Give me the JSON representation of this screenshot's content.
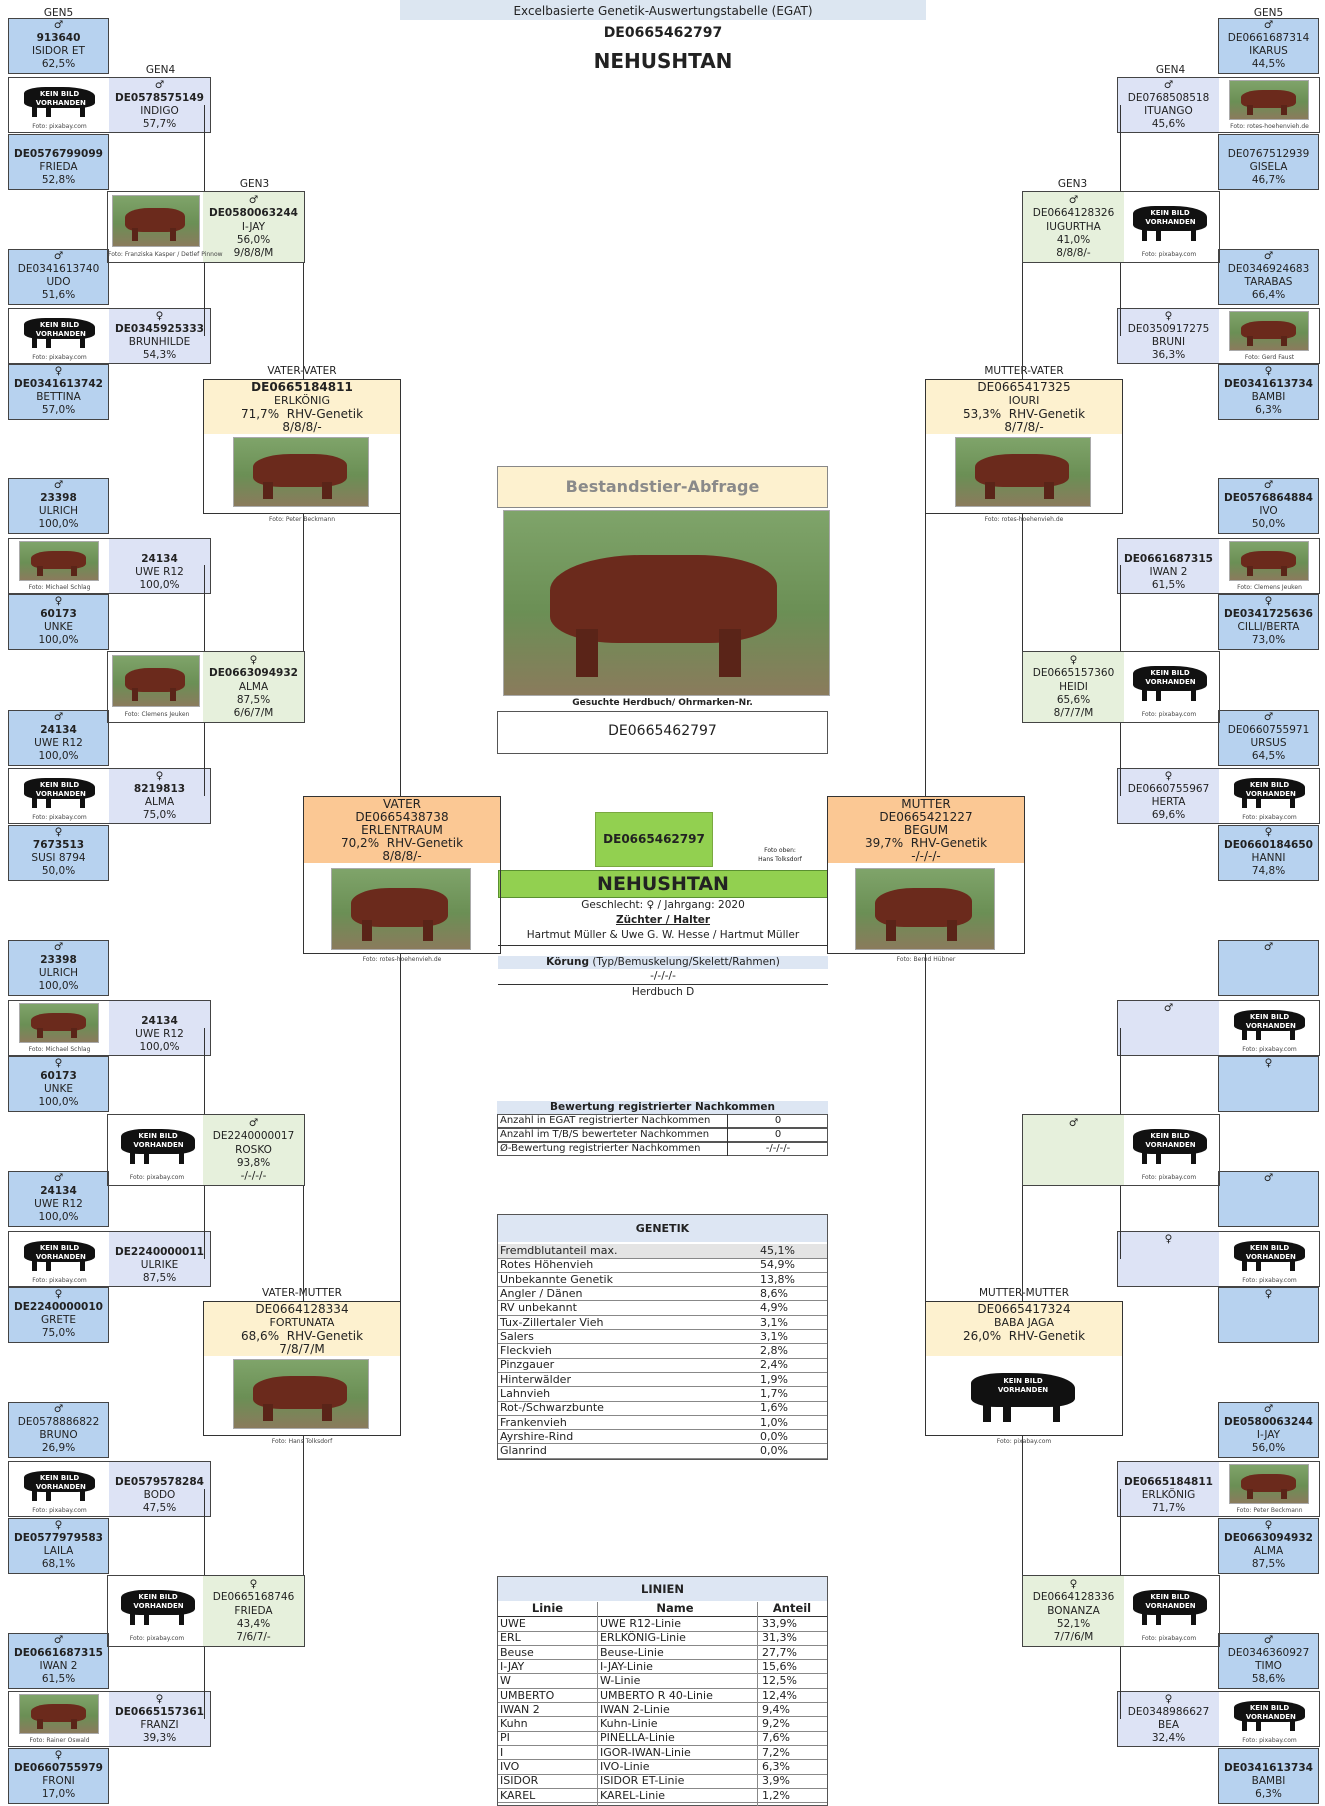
{
  "header": {
    "title_fragment": "STAMMBAUM",
    "subtitle": "Excelbasierte Genetik-Auswertungstabelle (EGAT)",
    "id": "DE0665462797",
    "name": "NEHUSHTAN"
  },
  "labels": {
    "gen5": "GEN5",
    "gen4": "GEN4",
    "gen3": "GEN3",
    "male": "♂",
    "female": "♀",
    "rhv": "RHV-Genetik",
    "kein_bild": "KEIN BILD VORHANDEN"
  },
  "center": {
    "query_title": "Bestandstier-Abfrage",
    "query_caption": "Gesuchte Herdbuch/ Ohrmarken-Nr.",
    "query_value": "DE0665462797",
    "animal_id": "DE0665462797",
    "photo_credit": "Foto oben:\nHans Tolksdorf",
    "animal_name": "NEHUSHTAN",
    "sex_year": "Geschlecht: ♀ / Jahrgang: 2020",
    "breeder_label": "Züchter / Halter",
    "breeder": "Hartmut Müller & Uwe G. W. Hesse / Hartmut Müller",
    "koerung_label": "Körung",
    "koerung_sub": " (Typ/Bemuskelung/Skelett/Rahmen)",
    "koerung_value": "-/-/-/-",
    "herdbuch": "Herdbuch D"
  },
  "parents": {
    "vater": {
      "role": "VATER",
      "id": "DE0665438738",
      "name": "ERLENTRAUM",
      "pct": "70,2%",
      "scores": "8/8/8/-",
      "credit": "Foto: rotes-hoehenvieh.de"
    },
    "mutter": {
      "role": "MUTTER",
      "id": "DE0665421227",
      "name": "BEGUM",
      "pct": "39,7%",
      "scores": "-/-/-/-",
      "credit": "Foto: Bernd Hübner"
    },
    "vv": {
      "role": "VATER-VATER",
      "id": "DE0665184811",
      "name": "ERLKÖNIG",
      "pct": "71,7%",
      "scores": "8/8/8/-",
      "credit": "Foto: Peter Beckmann"
    },
    "mv": {
      "role": "MUTTER-VATER",
      "id": "DE0665417325",
      "name": "IOURI",
      "pct": "53,3%",
      "scores": "8/7/8/-",
      "credit": "Foto: rotes-hoehenvieh.de"
    },
    "vm": {
      "role": "VATER-MUTTER",
      "id": "DE0664128334",
      "name": "FORTUNATA",
      "pct": "68,6%",
      "scores": "7/8/7/M",
      "credit": "Foto: Hans Tolksdorf"
    },
    "mm": {
      "role": "MUTTER-MUTTER",
      "id": "DE0665417324",
      "name": "BABA JAGA",
      "pct": "26,0%",
      "scores": "",
      "credit": "Foto: pixabay.com"
    }
  },
  "gen3": {
    "l1": {
      "sex": "♂",
      "id": "DE0580063244",
      "name": "I-JAY",
      "pct": "56,0%",
      "scores": "9/8/8/M",
      "credit": "Foto: Franziska Kasper / Detlef Pinnow"
    },
    "l2": {
      "sex": "♀",
      "id": "DE0663094932",
      "name": "ALMA",
      "pct": "87,5%",
      "scores": "6/6/7/M",
      "credit": "Foto: Clemens Jeuken"
    },
    "l3": {
      "sex": "♂",
      "id": "DE2240000017",
      "name": "ROSKO",
      "pct": "93,8%",
      "scores": "-/-/-/-",
      "credit": "Foto: pixabay.com"
    },
    "l4": {
      "sex": "♀",
      "id": "DE0665168746",
      "name": "FRIEDA",
      "pct": "43,4%",
      "scores": "7/6/7/-",
      "credit": "Foto: pixabay.com"
    },
    "r1": {
      "sex": "♂",
      "id": "DE0664128326",
      "name": "IUGURTHA",
      "pct": "41,0%",
      "scores": "8/8/8/-",
      "credit": "Foto: pixabay.com"
    },
    "r2": {
      "sex": "♀",
      "id": "DE0665157360",
      "name": "HEIDI",
      "pct": "65,6%",
      "scores": "8/7/7/M",
      "credit": "Foto: pixabay.com"
    },
    "r3": {
      "sex": "♂",
      "id": "",
      "name": "",
      "pct": "",
      "scores": "",
      "credit": "Foto: pixabay.com"
    },
    "r4": {
      "sex": "♀",
      "id": "DE0664128336",
      "name": "BONANZA",
      "pct": "52,1%",
      "scores": "7/7/6/M",
      "credit": "Foto: pixabay.com"
    }
  },
  "gen4": {
    "l1": {
      "sex": "♂",
      "id": "DE0578575149",
      "name": "INDIGO",
      "pct": "57,7%",
      "credit": "Foto: pixabay.com"
    },
    "l2": {
      "sex": "♀",
      "id": "DE0345925333",
      "name": "BRUNHILDE",
      "pct": "54,3%",
      "credit": "Foto: pixabay.com"
    },
    "l3": {
      "sex": "",
      "id": "24134",
      "name": "UWE R12",
      "pct": "100,0%",
      "credit": "Foto: Michael Schlag"
    },
    "l4": {
      "sex": "♀",
      "id": "8219813",
      "name": "ALMA",
      "pct": "75,0%",
      "credit": "Foto: pixabay.com"
    },
    "l5": {
      "sex": "",
      "id": "24134",
      "name": "UWE R12",
      "pct": "100,0%",
      "credit": "Foto: Michael Schlag"
    },
    "l6": {
      "sex": "",
      "id": "DE2240000011",
      "name": "ULRIKE",
      "pct": "87,5%",
      "credit": "Foto: pixabay.com"
    },
    "l7": {
      "sex": "",
      "id": "DE0579578284",
      "name": "BODO",
      "pct": "47,5%",
      "credit": "Foto: pixabay.com"
    },
    "l8": {
      "sex": "♀",
      "id": "DE0665157361",
      "name": "FRANZI",
      "pct": "39,3%",
      "credit": "Foto: Rainer Oswald"
    },
    "r1": {
      "sex": "♂",
      "id": "DE0768508518",
      "name": "ITUANGO",
      "pct": "45,6%",
      "credit": "Foto: rotes-hoehenvieh.de"
    },
    "r2": {
      "sex": "♀",
      "id": "DE0350917275",
      "name": "BRUNI",
      "pct": "36,3%",
      "credit": "Foto: Gerd Faust"
    },
    "r3": {
      "sex": "",
      "id": "DE0661687315",
      "name": "IWAN 2",
      "pct": "61,5%",
      "credit": "Foto: Clemens Jeuken"
    },
    "r4": {
      "sex": "♀",
      "id": "DE0660755967",
      "name": "HERTA",
      "pct": "69,6%",
      "credit": "Foto: pixabay.com"
    },
    "r5": {
      "sex": "♂",
      "id": "",
      "name": "",
      "pct": "",
      "credit": "Foto: pixabay.com"
    },
    "r6": {
      "sex": "♀",
      "id": "",
      "name": "",
      "pct": "",
      "credit": "Foto: pixabay.com"
    },
    "r7": {
      "sex": "",
      "id": "DE0665184811",
      "name": "ERLKÖNIG",
      "pct": "71,7%",
      "credit": "Foto: Peter Beckmann"
    },
    "r8": {
      "sex": "♀",
      "id": "DE0348986627",
      "name": "BEA",
      "pct": "32,4%",
      "credit": "Foto: pixabay.com"
    }
  },
  "gen5": {
    "l1": {
      "sex": "♂",
      "id": "913640",
      "name": "ISIDOR ET",
      "pct": "62,5%"
    },
    "l2": {
      "sex": "",
      "id": "DE0576799099",
      "name": "FRIEDA",
      "pct": "52,8%"
    },
    "l3": {
      "sex": "♂",
      "id": "DE0341613740",
      "name": "UDO",
      "pct": "51,6%"
    },
    "l4": {
      "sex": "♀",
      "id": "DE0341613742",
      "name": "BETTINA",
      "pct": "57,0%"
    },
    "l5": {
      "sex": "♂",
      "id": "23398",
      "name": "ULRICH",
      "pct": "100,0%"
    },
    "l6": {
      "sex": "♀",
      "id": "60173",
      "name": "UNKE",
      "pct": "100,0%"
    },
    "l7": {
      "sex": "♂",
      "id": "24134",
      "name": "UWE R12",
      "pct": "100,0%"
    },
    "l8": {
      "sex": "♀",
      "id": "7673513",
      "name": "SUSI 8794",
      "pct": "50,0%"
    },
    "l9": {
      "sex": "♂",
      "id": "23398",
      "name": "ULRICH",
      "pct": "100,0%"
    },
    "l10": {
      "sex": "♀",
      "id": "60173",
      "name": "UNKE",
      "pct": "100,0%"
    },
    "l11": {
      "sex": "♂",
      "id": "24134",
      "name": "UWE R12",
      "pct": "100,0%"
    },
    "l12": {
      "sex": "♀",
      "id": "DE2240000010",
      "name": "GRETE",
      "pct": "75,0%"
    },
    "l13": {
      "sex": "♂",
      "id": "DE0578886822",
      "name": "BRUNO",
      "pct": "26,9%"
    },
    "l14": {
      "sex": "♀",
      "id": "DE0577979583",
      "name": "LAILA",
      "pct": "68,1%"
    },
    "l15": {
      "sex": "♂",
      "id": "DE0661687315",
      "name": "IWAN 2",
      "pct": "61,5%"
    },
    "l16": {
      "sex": "♀",
      "id": "DE0660755979",
      "name": "FRONI",
      "pct": "17,0%"
    },
    "r1": {
      "sex": "♂",
      "id": "DE0661687314",
      "name": "IKARUS",
      "pct": "44,5%"
    },
    "r2": {
      "sex": "",
      "id": "DE0767512939",
      "name": "GISELA",
      "pct": "46,7%"
    },
    "r3": {
      "sex": "♂",
      "id": "DE0346924683",
      "name": "TARABAS",
      "pct": "66,4%"
    },
    "r4": {
      "sex": "♀",
      "id": "DE0341613734",
      "name": "BAMBI",
      "pct": "6,3%"
    },
    "r5": {
      "sex": "♂",
      "id": "DE0576864884",
      "name": "IVO",
      "pct": "50,0%"
    },
    "r6": {
      "sex": "♀",
      "id": "DE0341725636",
      "name": "CILLI/BERTA",
      "pct": "73,0%"
    },
    "r7": {
      "sex": "♂",
      "id": "DE0660755971",
      "name": "URSUS",
      "pct": "64,5%"
    },
    "r8": {
      "sex": "♀",
      "id": "DE0660184650",
      "name": "HANNI",
      "pct": "74,8%"
    },
    "r9": {
      "sex": "♂",
      "id": "",
      "name": "",
      "pct": ""
    },
    "r10": {
      "sex": "♀",
      "id": "",
      "name": "",
      "pct": ""
    },
    "r11": {
      "sex": "♂",
      "id": "",
      "name": "",
      "pct": ""
    },
    "r12": {
      "sex": "♀",
      "id": "",
      "name": "",
      "pct": ""
    },
    "r13": {
      "sex": "♂",
      "id": "DE0580063244",
      "name": "I-JAY",
      "pct": "56,0%"
    },
    "r14": {
      "sex": "♀",
      "id": "DE0663094932",
      "name": "ALMA",
      "pct": "87,5%"
    },
    "r15": {
      "sex": "♂",
      "id": "DE0346360927",
      "name": "TIMO",
      "pct": "58,6%"
    },
    "r16": {
      "sex": "",
      "id": "DE0341613734",
      "name": "BAMBI",
      "pct": "6,3%"
    }
  },
  "offspring": {
    "title": "Bewertung registrierter Nachkommen",
    "rows": [
      {
        "label": "Anzahl in EGAT registrierter Nachkommen",
        "value": "0"
      },
      {
        "label": "Anzahl im T/B/S bewerteter Nachkommen",
        "value": "0"
      },
      {
        "label": "Ø-Bewertung registrierter Nachkommen",
        "value": "-/-/-/-"
      }
    ]
  },
  "genetik": {
    "title": "GENETIK",
    "rows": [
      {
        "label": "Fremdblutanteil max.",
        "value": "45,1%"
      },
      {
        "label": "Rotes Höhenvieh",
        "value": "54,9%"
      },
      {
        "label": "Unbekannte Genetik",
        "value": "13,8%"
      },
      {
        "label": "Angler / Dänen",
        "value": "8,6%"
      },
      {
        "label": "RV unbekannt",
        "value": "4,9%"
      },
      {
        "label": "Tux-Zillertaler Vieh",
        "value": "3,1%"
      },
      {
        "label": "Salers",
        "value": "3,1%"
      },
      {
        "label": "Fleckvieh",
        "value": "2,8%"
      },
      {
        "label": "Pinzgauer",
        "value": "2,4%"
      },
      {
        "label": "Hinterwälder",
        "value": "1,9%"
      },
      {
        "label": "Lahnvieh",
        "value": "1,7%"
      },
      {
        "label": "Rot-/Schwarzbunte",
        "value": "1,6%"
      },
      {
        "label": "Frankenvieh",
        "value": "1,0%"
      },
      {
        "label": "Ayrshire-Rind",
        "value": "0,0%"
      },
      {
        "label": "Glanrind",
        "value": "0,0%"
      }
    ]
  },
  "linien": {
    "title": "LINIEN",
    "headers": [
      "Linie",
      "Name",
      "Anteil"
    ],
    "rows": [
      [
        "UWE",
        "UWE R12-Linie",
        "33,9%"
      ],
      [
        "ERL",
        "ERLKÖNIG-Linie",
        "31,3%"
      ],
      [
        "Beuse",
        "Beuse-Linie",
        "27,7%"
      ],
      [
        "I-JAY",
        "I-JAY-Linie",
        "15,6%"
      ],
      [
        "W",
        "W-Linie",
        "12,5%"
      ],
      [
        "UMBERTO",
        "UMBERTO R 40-Linie",
        "12,4%"
      ],
      [
        "IWAN 2",
        "IWAN 2-Linie",
        "9,4%"
      ],
      [
        "Kuhn",
        "Kuhn-Linie",
        "9,2%"
      ],
      [
        "PI",
        "PINELLA-Linie",
        "7,6%"
      ],
      [
        "I",
        "IGOR-IWAN-Linie",
        "7,2%"
      ],
      [
        "IVO",
        "IVO-Linie",
        "6,3%"
      ],
      [
        "ISIDOR",
        "ISIDOR ET-Linie",
        "3,9%"
      ],
      [
        "KAREL",
        "KAREL-Linie",
        "1,2%"
      ]
    ]
  }
}
